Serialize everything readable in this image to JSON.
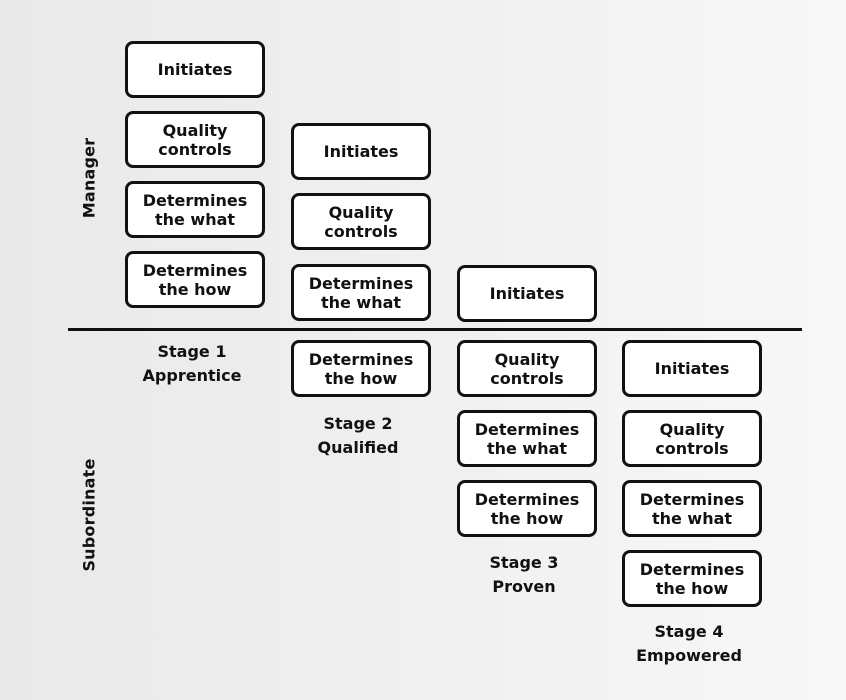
{
  "axis": {
    "manager": "Manager",
    "subordinate": "Subordinate"
  },
  "stages": [
    {
      "number": "Stage 1",
      "name": "Apprentice",
      "manager_tasks": [
        "Initiates",
        "Quality controls",
        "Determines the what",
        "Determines the how"
      ],
      "subordinate_tasks": []
    },
    {
      "number": "Stage 2",
      "name": "Qualified",
      "manager_tasks": [
        "Initiates",
        "Quality controls",
        "Determines the what"
      ],
      "subordinate_tasks": [
        "Determines the how"
      ]
    },
    {
      "number": "Stage 3",
      "name": "Proven",
      "manager_tasks": [
        "Initiates"
      ],
      "subordinate_tasks": [
        "Quality controls",
        "Determines the what",
        "Determines the how"
      ]
    },
    {
      "number": "Stage 4",
      "name": "Empowered",
      "manager_tasks": [],
      "subordinate_tasks": [
        "Initiates",
        "Quality controls",
        "Determines the what",
        "Determines the how"
      ]
    }
  ]
}
